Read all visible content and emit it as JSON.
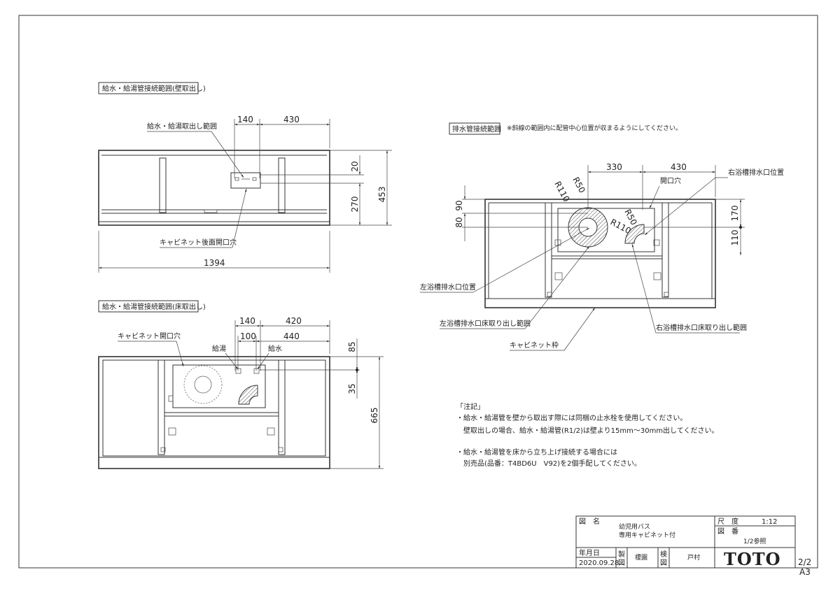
{
  "views": {
    "wall": {
      "title": "給水・給湯管接続範囲(壁取出し)",
      "callout_range": "給水・給湯取出し範囲",
      "callout_hole": "キャビネット後面開口穴",
      "dims": {
        "d140": "140",
        "d430": "430",
        "d20": "20",
        "d270": "270",
        "d453": "453",
        "d1394": "1394"
      }
    },
    "floor": {
      "title": "給水・給湯管接続範囲(床取出し)",
      "callout_hole": "キャビネット開口穴",
      "label_hot": "給湯",
      "label_cold": "給水",
      "dims": {
        "d140": "140",
        "d420": "420",
        "d100": "100",
        "d440": "440",
        "d85": "85",
        "d35": "35",
        "d665": "665"
      }
    },
    "drain": {
      "title": "排水管接続範囲",
      "note": "※斜線の範囲内に配管中心位置が収まるようにしてください。",
      "label_hole": "開口穴",
      "label_right_pos": "右浴槽排水口位置",
      "label_left_pos": "左浴槽排水口位置",
      "label_left_range": "左浴槽排水口床取り出し範囲",
      "label_right_range": "右浴槽排水口床取り出し範囲",
      "label_frame": "キャビネット枠",
      "dims": {
        "d330": "330",
        "d430": "430",
        "d80": "80",
        "d90": "90",
        "d170": "170",
        "d110": "110",
        "r110a": "R110",
        "r50a": "R50",
        "r50b": "R50",
        "r110b": "R110"
      }
    }
  },
  "notes": {
    "header": "「注記」",
    "lines": [
      "・給水・給湯管を壁から取出す際には同梱の止水栓を使用してください。",
      "　壁取出しの場合、給水・給湯管(R1/2)は壁より15mm～30mm出してください。",
      "・給水・給湯管を床から立ち上げ接続する場合には",
      "　別売品(品番：T4BD6U　V92)を2個手配してください。"
    ]
  },
  "title_block": {
    "label_name": "図　名",
    "name_line1": "幼児用バス",
    "name_line2": "専用キャビネット付",
    "label_scale": "尺　度",
    "scale": "1:12",
    "label_number": "図　番",
    "number": "1/2参照",
    "label_date": "年月日",
    "date": "2020.09.28",
    "label_drawn": "製図",
    "drawn_by": "榎園",
    "label_checked": "検図",
    "checked_by": "戸村",
    "logo": "TOTO",
    "sheet": "2/2",
    "paper": "A3"
  }
}
